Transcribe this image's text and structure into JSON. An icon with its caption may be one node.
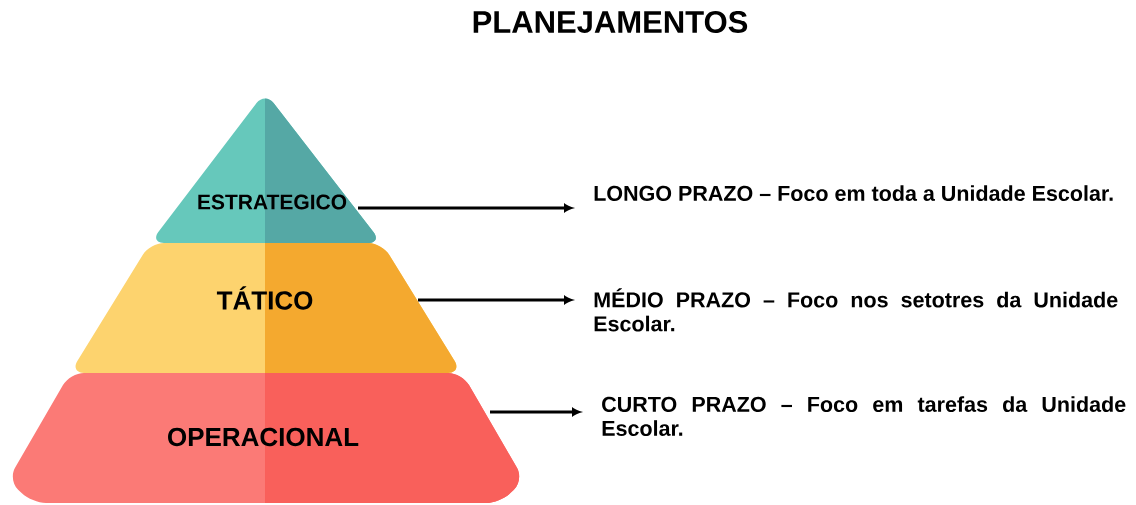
{
  "diagram": {
    "title": "PLANEJAMENTOS",
    "nodes": [
      {
        "text": [
          "ESTRATEGICO"
        ]
      },
      {
        "text": [
          "TÁTICO"
        ]
      },
      {
        "text": [
          "OPERACIONAL"
        ]
      },
      {
        "text": [
          "LONGO PRAZO – Foco em toda a Unidade Escolar."
        ]
      },
      {
        "text": [
          "MÉDIO PRAZO – Foco nos setotres da Unidade Escolar."
        ]
      },
      {
        "text": [
          "CURTO PRAZO – Foco em tarefas da Unidade Escolar."
        ]
      }
    ],
    "edges": [
      {
        "from": 0,
        "to": 3,
        "arrow": "to"
      },
      {
        "from": 1,
        "to": 4,
        "arrow": "to"
      },
      {
        "from": 2,
        "to": 5,
        "arrow": "to"
      }
    ]
  }
}
